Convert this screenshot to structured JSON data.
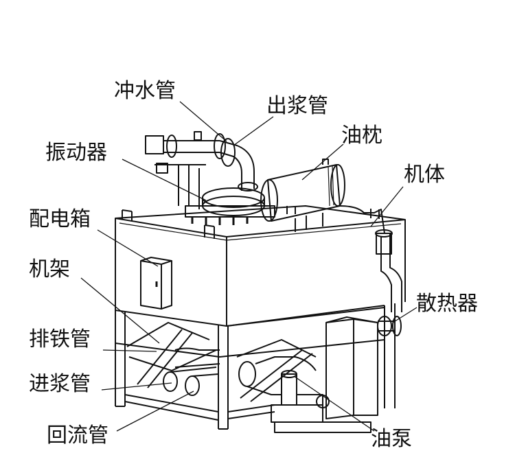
{
  "labels": {
    "flush_pipe": "冲水管",
    "slurry_outlet_pipe": "出浆管",
    "oil_pillow": "油枕",
    "vibrator": "振动器",
    "machine_body": "机体",
    "distribution_box": "配电箱",
    "machine_frame": "机架",
    "radiator": "散热器",
    "iron_discharge_pipe": "排铁管",
    "slurry_inlet_pipe": "进浆管",
    "return_pipe": "回流管",
    "oil_pump": "油泵"
  }
}
